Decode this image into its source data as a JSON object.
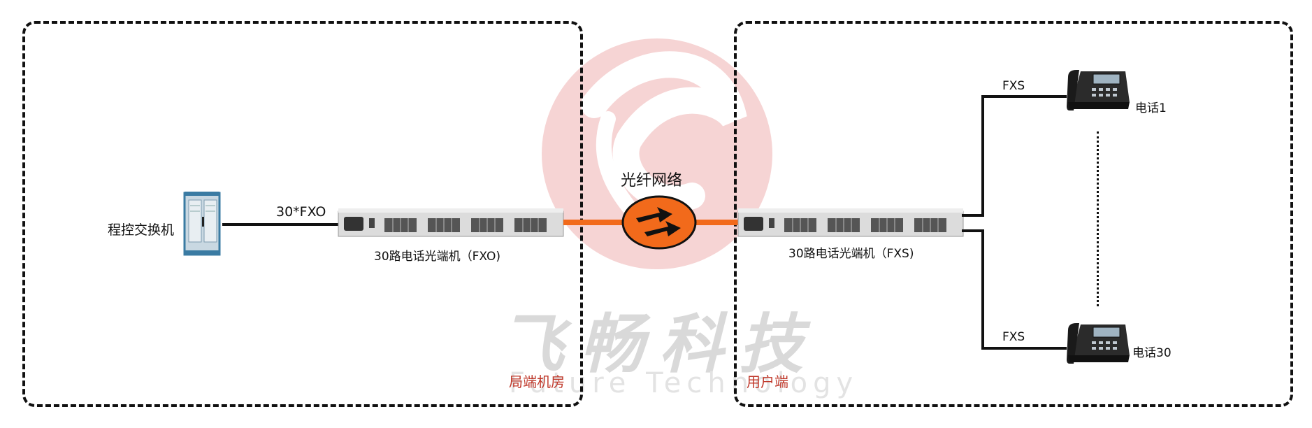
{
  "watermark": {
    "cn": "飞畅科技",
    "en": "Future Technology"
  },
  "left_zone": {
    "label": "局端机房",
    "pbx_label": "程控交换机",
    "link_label": "30*FXO",
    "device_label": "30路电话光端机（FXO)"
  },
  "network": {
    "label": "光纤网络"
  },
  "right_zone": {
    "label": "用户端",
    "device_label": "30路电话光端机（FXS)",
    "phones": [
      {
        "label": "电话1",
        "link_label": "FXS"
      },
      {
        "label": "电话30",
        "link_label": "FXS"
      }
    ]
  },
  "colors": {
    "fiber": "#f26a1b",
    "zone_label": "#c0392b",
    "watermark_logo": "#f4c9c9"
  }
}
